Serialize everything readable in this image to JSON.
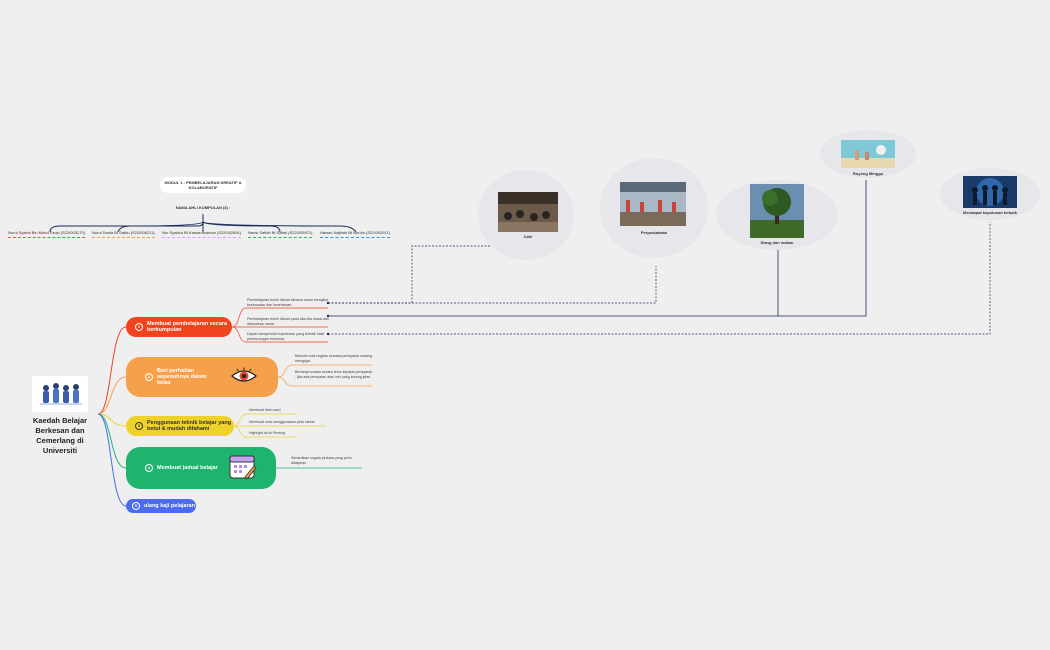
{
  "module_title": "MODUL 1 : PEMBELAJARAN KREATIF & KOLABORATIF",
  "group_label": "NAMA AHLI KUMPULAN (3) :",
  "members": [
    {
      "name": "Nurul Syaimi Bin Mohd Fauzi (S22/003170)",
      "color": "#e8543a"
    },
    {
      "name": "Nurul Dania Bt Sabtu (S22/006211)",
      "color": "#f0a040"
    },
    {
      "name": "Nur Syakira Bt Kamarulzaman (S22/002691)",
      "color": "#e6c520"
    },
    {
      "name": "Nerisi Safiah Bt Safari (S22/005971)",
      "color": "#2bb54a"
    },
    {
      "name": "Hawan Najihah Bt Nordin (S22/002911)",
      "color": "#3a8fd8"
    }
  ],
  "central_title": "Kaedah Belajar Berkesan dan Cemerlang di Universiti",
  "branches": [
    {
      "num": "1",
      "label": "Membuat pembelajaran secara berkumpulan",
      "color": "#f0441e"
    },
    {
      "num": "2",
      "label": "Beri perhatian sepenuhnya dalam kelas",
      "color": "#f5a04a"
    },
    {
      "num": "3",
      "label": "Penggunaan teknik belajar yang betul & mudah difahami",
      "color": "#eed22a"
    },
    {
      "num": "4",
      "label": "Membuat jadual belajar",
      "color": "#1fb46e"
    },
    {
      "num": "5",
      "label": "ulang kaji pelajaran",
      "color": "#4a6cf0"
    }
  ],
  "branch1_subs": [
    "Pembelajaran boleh dibuat dimana-mana mengikut kesesuaian dan keselesaan.",
    "Pembelajaran boleh dibuat pada bila-bila masa dan diskusikan ramai.",
    "Dapat memperoleh keputusan yang terbaik hasil perbincangan bersama."
  ],
  "branch2_subs": [
    "Menulis nota ringkas semasa pensyarah sedang mengajar.",
    "Bertanya soalan secara terus kepada pensyarah , jika ada persoalan atau info yang kurang jelas"
  ],
  "branch3_subs": [
    "Membuat flash card",
    "Membuat nota menggunakan peta minda",
    "Highlight isi isi Penting"
  ],
  "branch4_subs": [
    "Senaraikan segala perkara yang perlu disiapkan"
  ],
  "places": [
    {
      "caption": "Cafe"
    },
    {
      "caption": "Perpustakaan"
    },
    {
      "caption": "Siang dan malam"
    },
    {
      "caption": "Ruyong Minggu"
    },
    {
      "caption": "Mendapat keputusan terbaik"
    }
  ],
  "colors": {
    "background": "#efeff0",
    "connector": "#1d2a5a"
  }
}
